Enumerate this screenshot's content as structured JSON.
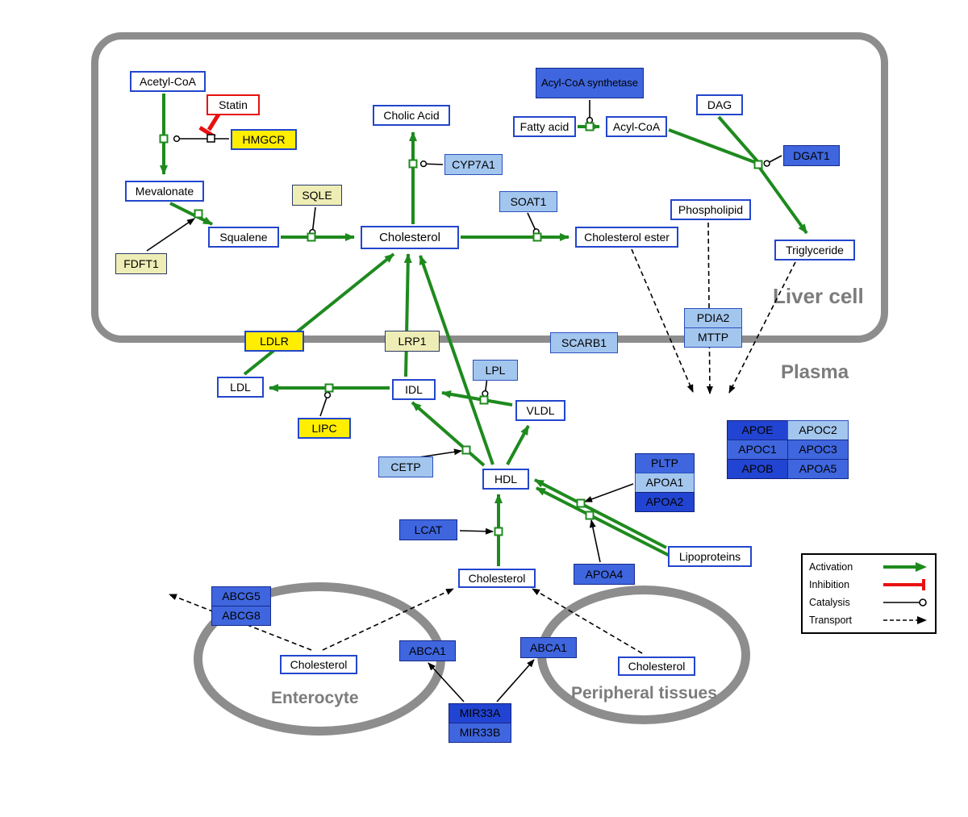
{
  "compartments": {
    "liver": "Liver cell",
    "plasma": "Plasma",
    "enterocyte": "Enterocyte",
    "peripheral": "Peripheral tissues"
  },
  "legend": {
    "activation": "Activation",
    "inhibition": "Inhibition",
    "catalysis": "Catalysis",
    "transport": "Transport"
  },
  "colors": {
    "activation_green": "#1e8a1e",
    "inhibition_red": "#e81010",
    "node_border_blue": "#2346cc",
    "gene_yellow": "#ffee00",
    "gene_pale_yellow": "#efedb6",
    "gene_light_blue": "#a3c6ee",
    "gene_blue": "#3f66de",
    "gene_dark_blue": "#2244d2",
    "compartment_gray": "#8d8d8d"
  },
  "nodes": {
    "acetyl_coa": {
      "label": "Acetyl-CoA"
    },
    "statin": {
      "label": "Statin"
    },
    "hmgcr": {
      "label": "HMGCR"
    },
    "mevalonate": {
      "label": "Mevalonate"
    },
    "fdft1": {
      "label": "FDFT1"
    },
    "squalene": {
      "label": "Squalene"
    },
    "sqle": {
      "label": "SQLE"
    },
    "cholesterol_liver": {
      "label": "Cholesterol"
    },
    "cholic_acid": {
      "label": "Cholic Acid"
    },
    "cyp7a1": {
      "label": "CYP7A1"
    },
    "soat1": {
      "label": "SOAT1"
    },
    "cholesterol_ester": {
      "label": "Cholesterol ester"
    },
    "acyl_coa_synthetase": {
      "label": "Acyl-CoA synthetase"
    },
    "fatty_acid": {
      "label": "Fatty acid"
    },
    "acyl_coa": {
      "label": "Acyl-CoA"
    },
    "dag": {
      "label": "DAG"
    },
    "dgat1": {
      "label": "DGAT1"
    },
    "phospholipid": {
      "label": "Phospholipid"
    },
    "triglyceride": {
      "label": "Triglyceride"
    },
    "pdia2": {
      "label": "PDIA2"
    },
    "mttp": {
      "label": "MTTP"
    },
    "ldlr": {
      "label": "LDLR"
    },
    "lrp1": {
      "label": "LRP1"
    },
    "scarb1": {
      "label": "SCARB1"
    },
    "ldl": {
      "label": "LDL"
    },
    "idl": {
      "label": "IDL"
    },
    "lpl": {
      "label": "LPL"
    },
    "vldl": {
      "label": "VLDL"
    },
    "lipc": {
      "label": "LIPC"
    },
    "cetp": {
      "label": "CETP"
    },
    "hdl": {
      "label": "HDL"
    },
    "pltp": {
      "label": "PLTP"
    },
    "apoa1": {
      "label": "APOA1"
    },
    "apoa2": {
      "label": "APOA2"
    },
    "apoe": {
      "label": "APOE"
    },
    "apoc2": {
      "label": "APOC2"
    },
    "apoc1": {
      "label": "APOC1"
    },
    "apoc3": {
      "label": "APOC3"
    },
    "apob": {
      "label": "APOB"
    },
    "apoa5": {
      "label": "APOA5"
    },
    "lcat": {
      "label": "LCAT"
    },
    "apoa4": {
      "label": "APOA4"
    },
    "lipoproteins": {
      "label": "Lipoproteins"
    },
    "cholesterol_plasma": {
      "label": "Cholesterol"
    },
    "abcg5": {
      "label": "ABCG5"
    },
    "abcg8": {
      "label": "ABCG8"
    },
    "cholesterol_enterocyte": {
      "label": "Cholesterol"
    },
    "abca1_left": {
      "label": "ABCA1"
    },
    "abca1_right": {
      "label": "ABCA1"
    },
    "cholesterol_peripheral": {
      "label": "Cholesterol"
    },
    "mir33a": {
      "label": "MIR33A"
    },
    "mir33b": {
      "label": "MIR33B"
    }
  }
}
